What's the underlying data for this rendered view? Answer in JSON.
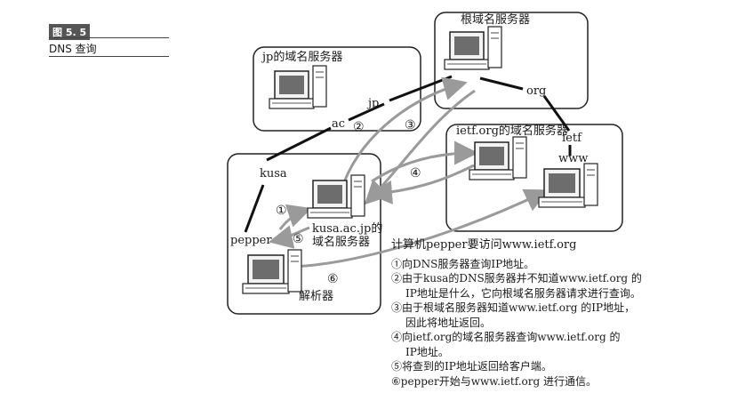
{
  "caption": {
    "label": "图 5. 5",
    "title": "DNS 查询"
  },
  "servers": {
    "root": "根域名服务器",
    "jp": "jp的域名服务器",
    "ietf": "ietf.org的域名服务器",
    "kusa_line1": "kusa.ac.jp的",
    "kusa_line2": "域名服务器",
    "resolver": "解析器"
  },
  "labels": {
    "jp": "jp",
    "ac": "ac",
    "org": "org",
    "ietf": "ietf",
    "www": "www",
    "kusa": "kusa",
    "pepper": "pepper"
  },
  "step_markers": {
    "s1": "①",
    "s2": "②",
    "s3": "③",
    "s4": "④",
    "s5": "⑤",
    "s6": "⑥"
  },
  "steps_title": "计算机pepper要访问www.ietf.org",
  "steps": [
    {
      "num": "①",
      "lines": [
        "向DNS服务器查询IP地址。"
      ]
    },
    {
      "num": "②",
      "lines": [
        "由于kusa的DNS服务器并不知道www.ietf.org 的",
        "IP地址是什么，它向根域名服务器请求进行查询。"
      ]
    },
    {
      "num": "③",
      "lines": [
        "由于根域名服务器知道www.ietf.org 的IP地址，",
        "因此将地址返回。"
      ]
    },
    {
      "num": "④",
      "lines": [
        "向ietf.org的域名服务器查询www.ietf.org 的",
        "IP地址。"
      ]
    },
    {
      "num": "⑤",
      "lines": [
        "将查到的IP地址返回给客户端。"
      ]
    },
    {
      "num": "⑥",
      "lines": [
        "pepper开始与www.ietf.org  进行通信。"
      ]
    }
  ]
}
